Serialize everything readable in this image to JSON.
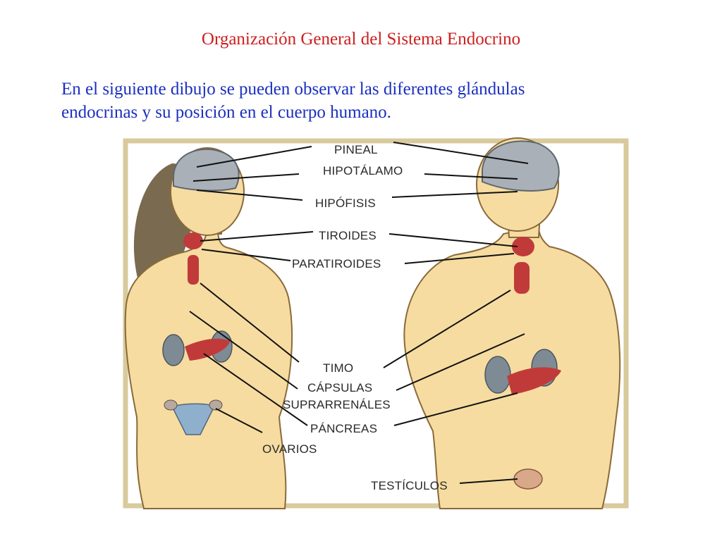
{
  "title": "Organización General del Sistema Endocrino",
  "intro": {
    "line1": "En el siguiente dibujo se pueden observar las diferentes glándulas",
    "line2": "endocrinas y su posición en el cuerpo humano."
  },
  "figure": {
    "labels": {
      "pineal": "PINEAL",
      "hipotalamo": "HIPOTÁLAMO",
      "hipofisis": "HIPÓFISIS",
      "tiroides": "TIROIDES",
      "paratiroides": "PARATIROIDES",
      "timo": "TIMO",
      "capsulas": "CÁPSULAS",
      "suprarrenales": "SUPRARRENÁLES",
      "pancreas": "PÁNCREAS",
      "ovarios": "OVARIOS",
      "testiculos": "TESTÍCULOS"
    }
  },
  "colors": {
    "title": "#cc1f1f",
    "intro": "#1a2fbf",
    "frame": "#d8ca9c",
    "skin": "#f6dca0",
    "skin_outline": "#8a6a3a",
    "gland": "#c13a3a",
    "kidney": "#7f8b94",
    "brain": "#a9b0b8",
    "hair": "#7a6a50",
    "leader_line": "#111111"
  }
}
